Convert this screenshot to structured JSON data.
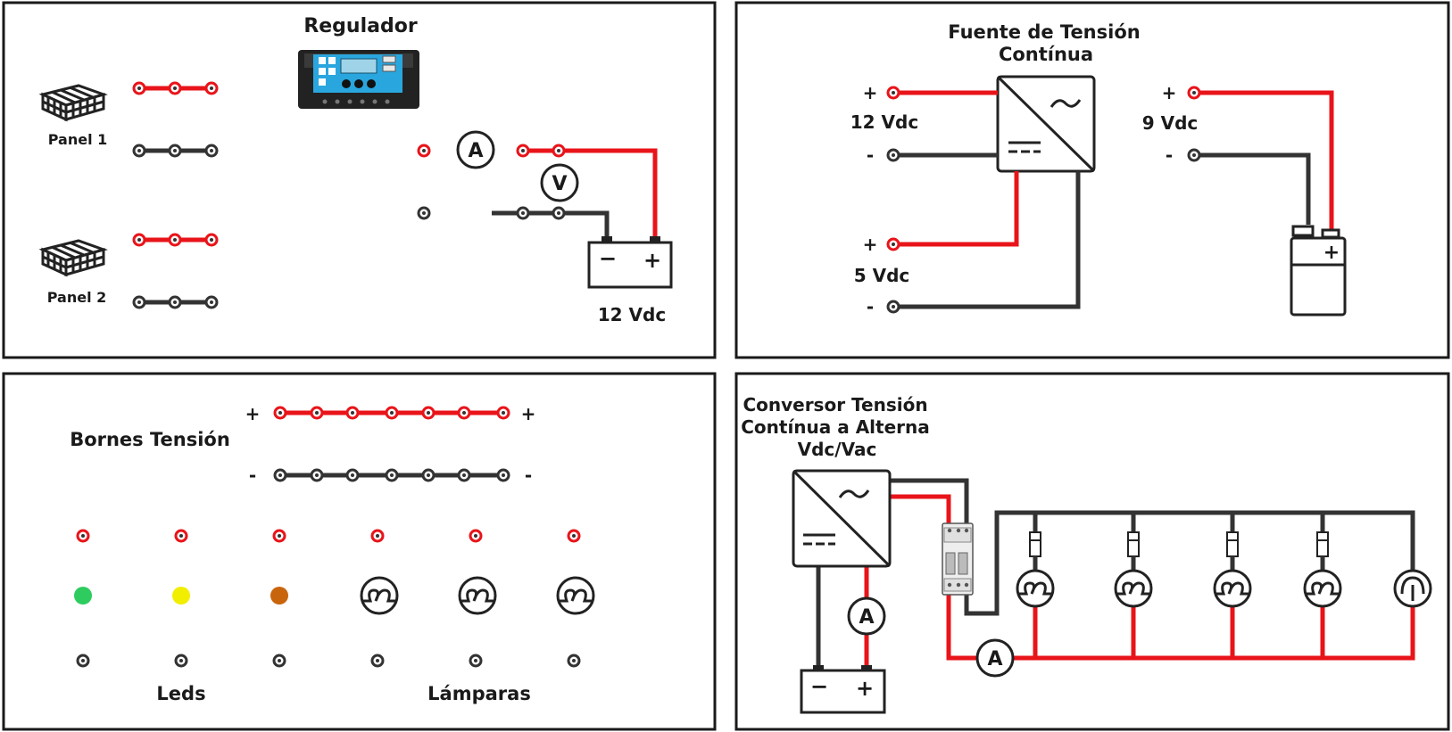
{
  "panels": {
    "solar": {
      "regulator_label": "Regulador",
      "panel1_label": "Panel 1",
      "panel2_label": "Panel 2",
      "ammeter_symbol": "A",
      "voltmeter_symbol": "V",
      "battery_minus": "−",
      "battery_plus": "+",
      "battery_voltage": "12 Vdc"
    },
    "dc_source": {
      "title_line1": "Fuente de Tensión",
      "title_line2": "Contínua",
      "out12_plus": "+",
      "out12_label": "12 Vdc",
      "out12_minus": "-",
      "out5_plus": "+",
      "out5_label": "5 Vdc",
      "out5_minus": "-",
      "out9_plus": "+",
      "out9_label": "9 Vdc",
      "out9_minus": "-",
      "battery9_plus": "+"
    },
    "terminals": {
      "title": "Bornes Tensión",
      "plus_left": "+",
      "plus_right": "+",
      "minus_left": "-",
      "minus_right": "-",
      "leds_label": "Leds",
      "lamps_label": "Lámparas",
      "led_colors": [
        "#2ecc5f",
        "#f2ee00",
        "#c8650c"
      ]
    },
    "inverter": {
      "title_line1": "Conversor Tensión",
      "title_line2": "Contínua a Alterna",
      "title_line3": "Vdc/Vac",
      "ammeter_symbol": "A",
      "ammeter2_symbol": "A",
      "battery_minus": "−",
      "battery_plus": "+"
    }
  },
  "colors": {
    "positive_wire": "#e8141a",
    "negative_wire": "#333333",
    "regulator_screen": "#2aa6df"
  }
}
